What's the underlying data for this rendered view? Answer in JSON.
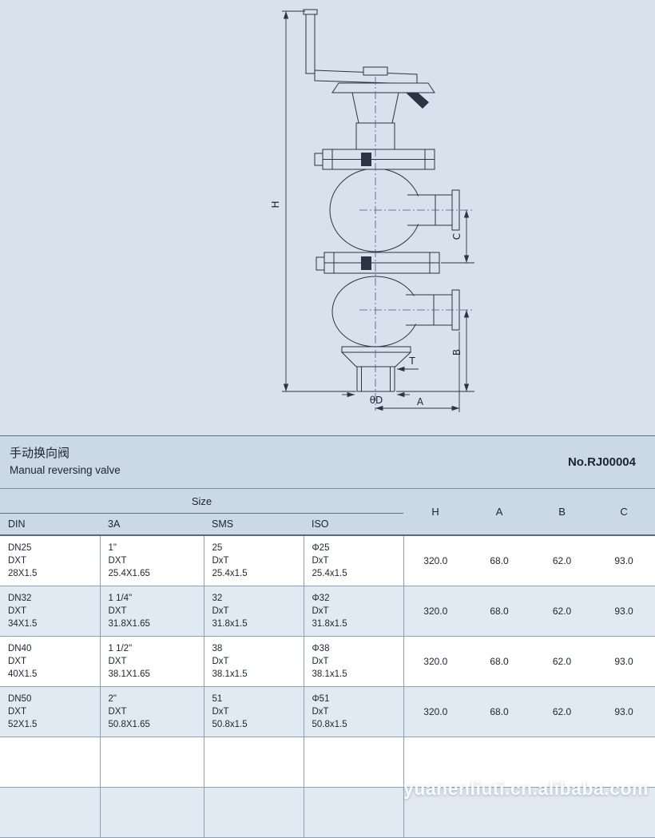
{
  "page": {
    "colors": {
      "drawing_bg": "#d9e1ec",
      "band_bg": "#cbd8e6",
      "row_alt_bg": "#e1e9f2",
      "table_border": "#8ba1b6",
      "line_color": "#2b3440"
    },
    "watermark": "yuanenliuti.cn.alibaba.com"
  },
  "header": {
    "title_zh": "手动换向阀",
    "title_en": "Manual reversing valve",
    "doc_no": "No.RJ00004"
  },
  "drawing": {
    "dim_labels": {
      "h": "H",
      "c": "C",
      "b": "B",
      "t": "T",
      "d": "θD",
      "a": "A"
    }
  },
  "table": {
    "size_header": "Size",
    "size_columns": [
      "DIN",
      "3A",
      "SMS",
      "ISO"
    ],
    "dim_columns": [
      "H",
      "A",
      "B",
      "C"
    ],
    "rows": [
      {
        "din": [
          "DN25",
          "DXT",
          "28X1.5"
        ],
        "a3": [
          "1\"",
          "DXT",
          "25.4X1.65"
        ],
        "sms": [
          "25",
          "DxT",
          "25.4x1.5"
        ],
        "iso": [
          "Φ25",
          "DxT",
          "25.4x1.5"
        ],
        "H": "320.0",
        "A": "68.0",
        "B": "62.0",
        "C": "93.0"
      },
      {
        "din": [
          "DN32",
          "DXT",
          "34X1.5"
        ],
        "a3": [
          "1 1/4\"",
          "DXT",
          "31.8X1.65"
        ],
        "sms": [
          "32",
          "DxT",
          "31.8x1.5"
        ],
        "iso": [
          "Φ32",
          "DxT",
          "31.8x1.5"
        ],
        "H": "320.0",
        "A": "68.0",
        "B": "62.0",
        "C": "93.0"
      },
      {
        "din": [
          "DN40",
          "DXT",
          "40X1.5"
        ],
        "a3": [
          "1 1/2\"",
          "DXT",
          "38.1X1.65"
        ],
        "sms": [
          "38",
          "DxT",
          "38.1x1.5"
        ],
        "iso": [
          "Φ38",
          "DxT",
          "38.1x1.5"
        ],
        "H": "320.0",
        "A": "68.0",
        "B": "62.0",
        "C": "93.0"
      },
      {
        "din": [
          "DN50",
          "DXT",
          "52X1.5"
        ],
        "a3": [
          "2\"",
          "DXT",
          "50.8X1.65"
        ],
        "sms": [
          "51",
          "DxT",
          "50.8x1.5"
        ],
        "iso": [
          "Φ51",
          "DxT",
          "50.8x1.5"
        ],
        "H": "320.0",
        "A": "68.0",
        "B": "62.0",
        "C": "93.0"
      }
    ]
  }
}
